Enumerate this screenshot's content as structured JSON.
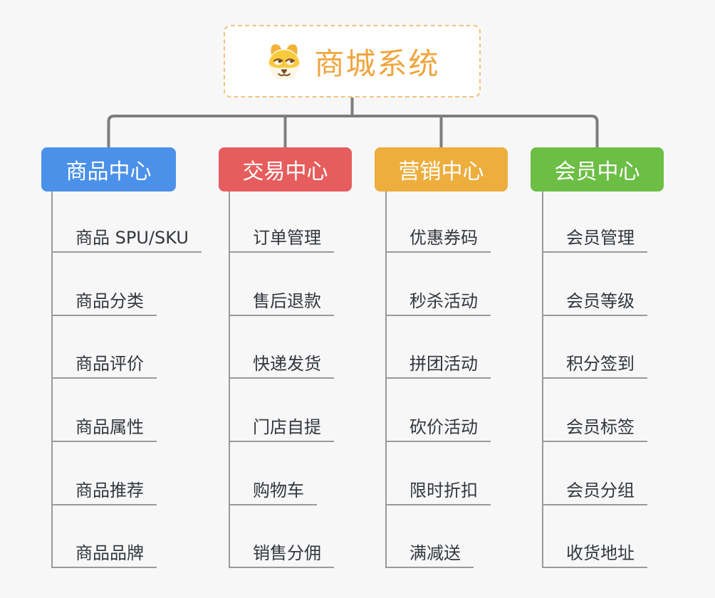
{
  "root": {
    "title": "商城系统",
    "icon": "dog-face-icon",
    "title_color": "#f0a53e",
    "border_color": "#f3c27e"
  },
  "connector_color": "#7e7e7e",
  "leaf_line_color": "#9a9a9a",
  "branches": [
    {
      "label": "商品中心",
      "color": "#4b91e9",
      "children": [
        "商品 SPU/SKU",
        "商品分类",
        "商品评价",
        "商品属性",
        "商品推荐",
        "商品品牌"
      ]
    },
    {
      "label": "交易中心",
      "color": "#e65d5d",
      "children": [
        "订单管理",
        "售后退款",
        "快递发货",
        "门店自提",
        "购物车",
        "销售分佣"
      ]
    },
    {
      "label": "营销中心",
      "color": "#edae3e",
      "children": [
        "优惠券码",
        "秒杀活动",
        "拼团活动",
        "砍价活动",
        "限时折扣",
        "满减送"
      ]
    },
    {
      "label": "会员中心",
      "color": "#6cbe45",
      "children": [
        "会员管理",
        "会员等级",
        "积分签到",
        "会员标签",
        "会员分组",
        "收货地址"
      ]
    }
  ]
}
